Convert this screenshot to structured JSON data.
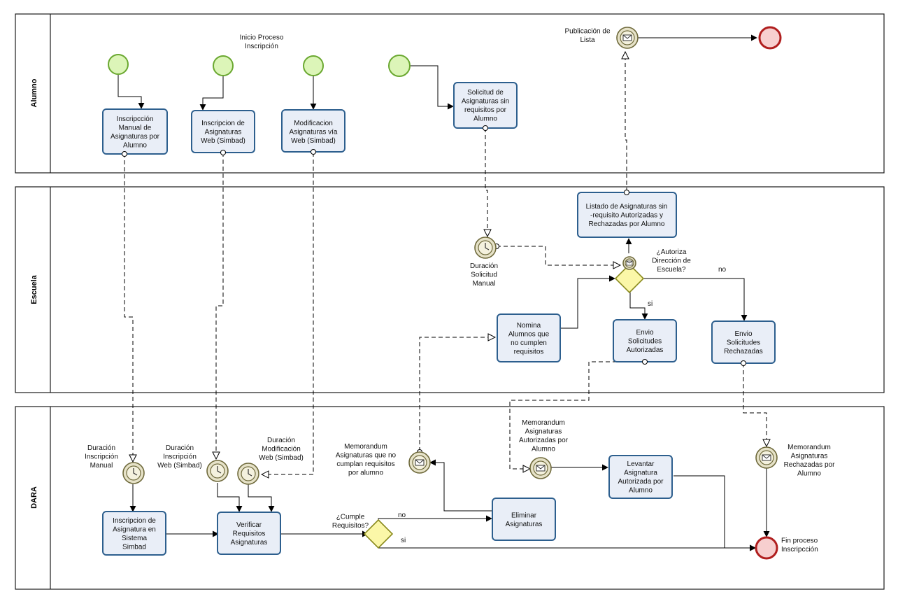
{
  "lanes": [
    {
      "id": "alumno",
      "label": "Alumno"
    },
    {
      "id": "escuela",
      "label": "Escuela"
    },
    {
      "id": "dara",
      "label": "DARA"
    }
  ],
  "tasks": {
    "inscripcion_manual": [
      "Inscripcción",
      "Manual de",
      "Asignaturas por",
      "Alumno"
    ],
    "inscripcion_web": [
      "Inscripcion de",
      "Asignaturas",
      "Web (Simbad)"
    ],
    "modificacion_web": [
      "Modificacion",
      "Asignaturas vía",
      "Web (Simbad)"
    ],
    "solicitud_sin_req": [
      "Solicitud de",
      "Asignaturas sin",
      "requisitos por",
      "Alumno"
    ],
    "listado": [
      "Listado de Asignaturas sin",
      "-requisito Autorizadas y",
      "Rechazadas por Alumno"
    ],
    "nomina": [
      "Nomina",
      "Alumnos que",
      "no cumplen",
      "requisitos"
    ],
    "envio_autorizadas": [
      "Envio",
      "Solicitudes",
      "Autorizadas"
    ],
    "envio_rechazadas": [
      "Envio",
      "Solicitudes",
      "Rechazadas"
    ],
    "inscripcion_sistema": [
      "Inscripcion de",
      "Asignatura en",
      "Sistema",
      "Simbad"
    ],
    "verificar": [
      "Verificar",
      "Requisitos",
      "Asignaturas"
    ],
    "eliminar": [
      "Eliminar",
      "Asignaturas"
    ],
    "levantar": [
      "Levantar",
      "Asignatura",
      "Autorizada por",
      "Alumno"
    ]
  },
  "labels": {
    "inicio": [
      "Inicio Proceso",
      "Inscripción"
    ],
    "publicacion": [
      "Publicación de",
      "Lista"
    ],
    "duracion_solicitud": [
      "Duración",
      "Solicitud",
      "Manual"
    ],
    "autoriza": [
      "¿Autoriza",
      "Dirección de",
      "Escuela?"
    ],
    "no_escuela": "no",
    "si_escuela": "si",
    "dur_insc_manual": [
      "Duración",
      "Inscripción",
      "Manual"
    ],
    "dur_insc_web": [
      "Duración",
      "Inscripción",
      "Web (Simbad)"
    ],
    "dur_modif_web": [
      "Duración",
      "Modificación",
      "Web (Simbad)"
    ],
    "memo_no_cumplan": [
      "Memorandum",
      "Asignaturas que no",
      "cumplan requisitos",
      "por alumno"
    ],
    "memo_autorizadas": [
      "Memorandum",
      "Asignaturas",
      "Autorizadas por",
      "Alumno"
    ],
    "memo_rechazadas": [
      "Memorandum",
      "Asignaturas",
      "Rechazadas por",
      "Alumno"
    ],
    "cumple": [
      "¿Cumple",
      "Requisitos?"
    ],
    "no_dara": "no",
    "si_dara": "si",
    "fin": [
      "Fin proceso",
      "Inscripcción"
    ]
  }
}
